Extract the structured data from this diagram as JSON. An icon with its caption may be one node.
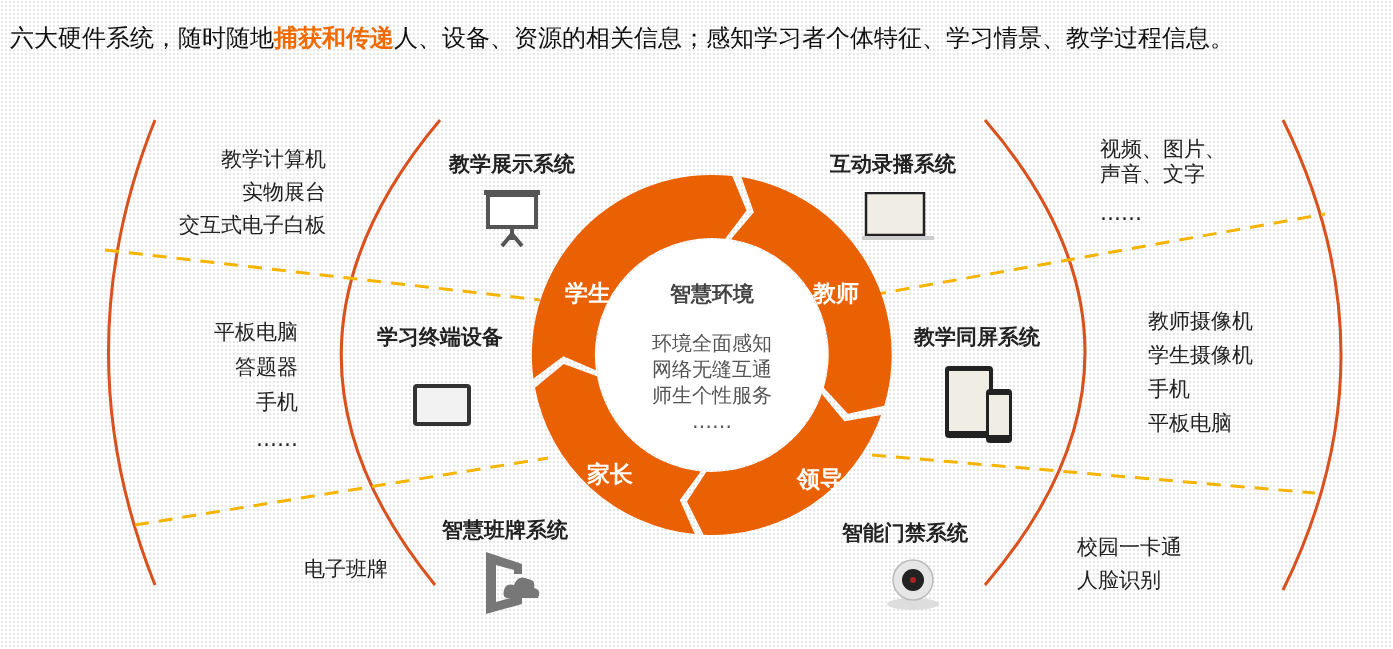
{
  "diagram": {
    "title": "六大硬件系统，随时随地**捕获和传递**人、设备、资源的相关信息；感知学习者个体特征、学习情景、教学过程信息。",
    "nodes": [
      {
        "text": [
          "学生"
        ]
      },
      {
        "text": [
          "教师"
        ]
      },
      {
        "text": [
          "领导"
        ]
      },
      {
        "text": [
          "家长"
        ]
      },
      {
        "text": [
          "智慧环境",
          "环境全面感知",
          "网络无缝互通",
          "师生个性服务",
          "……"
        ]
      }
    ],
    "edges": [],
    "labels": [
      "教学计算机",
      "实物展台",
      "交互式电子白板",
      "教学展示系统",
      "互动录播系统",
      "视频、图片、声音、文字",
      "……",
      "学习终端设备",
      "平板电脑",
      "答题器",
      "手机",
      "……",
      "教学同屏系统",
      "教师摄像机",
      "学生摄像机",
      "手机",
      "平板电脑",
      "智慧班牌系统",
      "电子班牌",
      "智能门禁系统",
      "校园一卡通",
      "人脸识别"
    ]
  }
}
